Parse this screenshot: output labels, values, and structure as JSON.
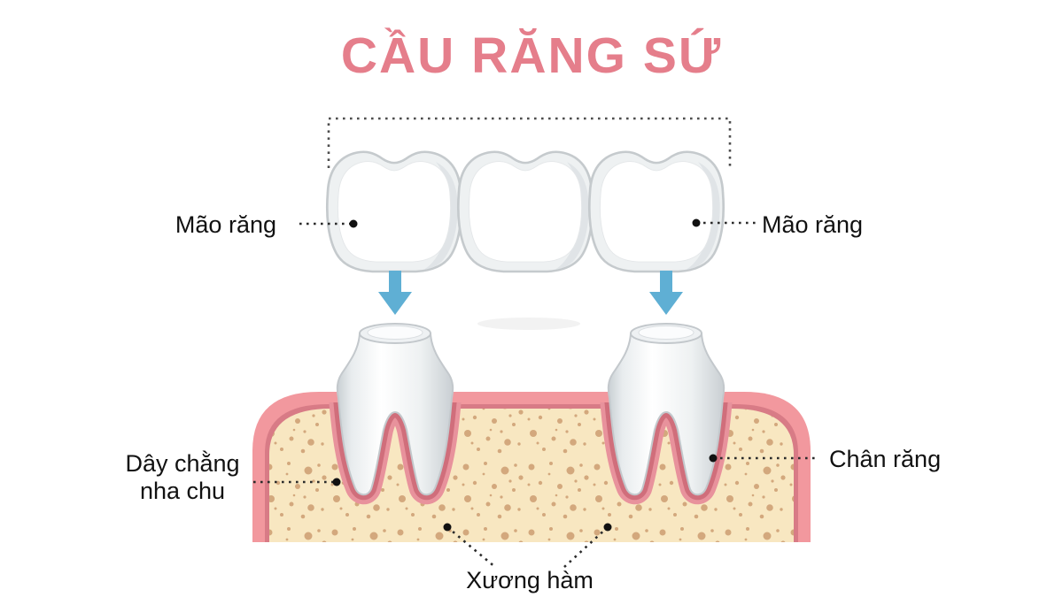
{
  "title": "CẦU RĂNG SỨ",
  "labels": {
    "crown_left": "Mão răng",
    "crown_right": "Mão răng",
    "periodontal_ligament_line1": "Dây chằng",
    "periodontal_ligament_line2": "nha chu",
    "tooth_root": "Chân răng",
    "jawbone": "Xương hàm"
  },
  "colors": {
    "title_pink": "#e57e8b",
    "arrow_blue": "#5fafd4",
    "gum_outer": "#f2989e",
    "gum_inner_line": "#d87b86",
    "bone_fill": "#f8e7c1",
    "bone_speckle": "#c9996b",
    "socket_lining_dark": "#d06e7b",
    "socket_lining_light": "#e8929c",
    "tooth_outline": "#c3c8cc",
    "leader_line": "#2b2b2b",
    "label_text": "#111111"
  }
}
